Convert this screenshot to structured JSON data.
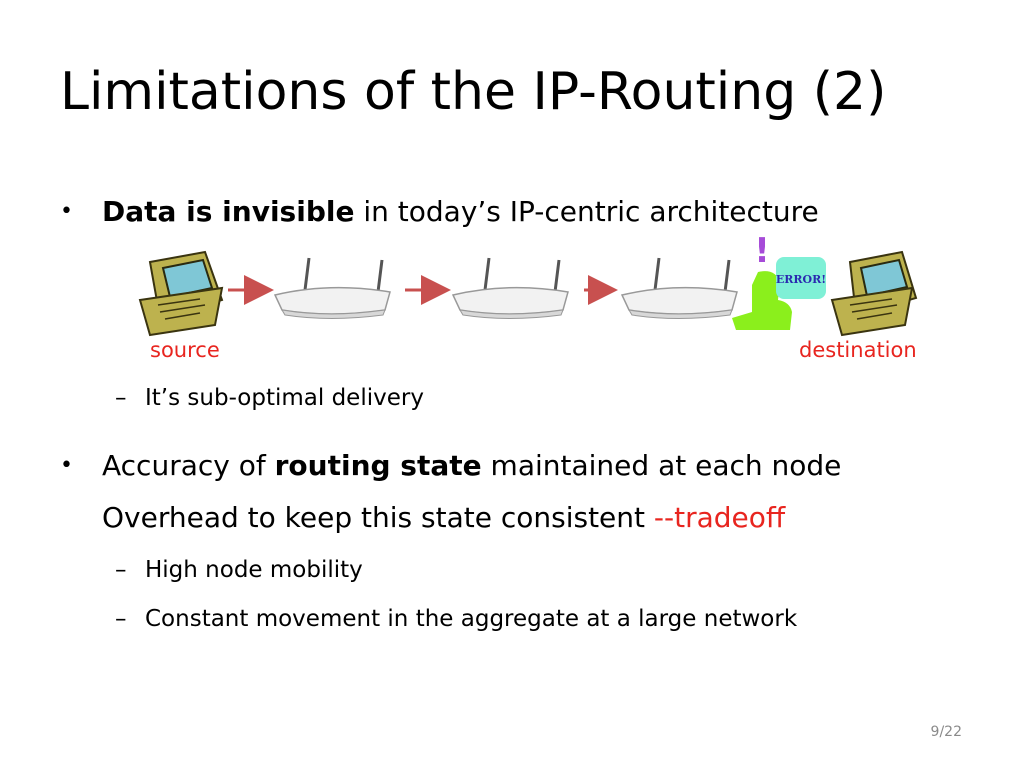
{
  "slide": {
    "title": "Limitations of the IP-Routing (2)",
    "bullet1": {
      "bold": "Data is invisible",
      "rest": " in today’s IP-centric architecture"
    },
    "diagram": {
      "source_label": "source",
      "destination_label": "destination",
      "error_text": "ERROR!",
      "exclaim": "!"
    },
    "sub1": "It’s sub-optimal delivery",
    "bullet2": {
      "pre": "Accuracy of ",
      "bold": "routing state",
      "post": " maintained at each node",
      "line2": "Overhead to keep this state consistent ",
      "line2_red": "--tradeoff"
    },
    "sub2": "High node mobility",
    "sub3": "Constant movement in the aggregate at a large network",
    "bullet_symbol": "•",
    "dash_symbol": "–",
    "page_number": "9/22",
    "colors": {
      "accent_red": "#e8251f",
      "arrow": "#c8504f",
      "error_box": "#7ff0d6",
      "error_figure": "#8bef1c",
      "exclaim": "#a64bd8",
      "laptop_body": "#bdb24e",
      "laptop_screen": "#7fc7d6"
    }
  }
}
